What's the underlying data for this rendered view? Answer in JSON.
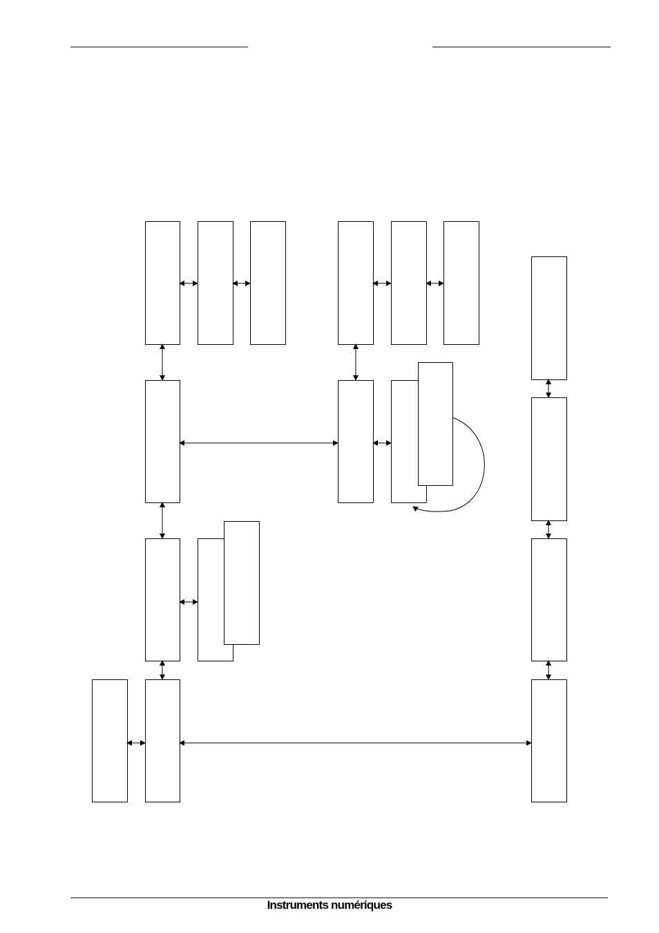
{
  "page": {
    "footer_text": "Instruments numériques"
  },
  "diagram": {
    "line_color": "#000000",
    "box_fill": "#ffffff",
    "boxes": [
      {
        "id": "b-r1-1"
      },
      {
        "id": "b-r1-2"
      },
      {
        "id": "b-r1-3"
      },
      {
        "id": "b-r1-4"
      },
      {
        "id": "b-r1-5"
      },
      {
        "id": "b-r1-6"
      },
      {
        "id": "b-r2-left"
      },
      {
        "id": "b-r2-mid"
      },
      {
        "id": "b-r2-back"
      },
      {
        "id": "b-r2-front"
      },
      {
        "id": "b-r3-left"
      },
      {
        "id": "b-r3-back"
      },
      {
        "id": "b-r3-front"
      },
      {
        "id": "b-r4-far-left"
      },
      {
        "id": "b-r4-left"
      },
      {
        "id": "b-right-1"
      },
      {
        "id": "b-right-2"
      },
      {
        "id": "b-right-3"
      },
      {
        "id": "b-right-4"
      }
    ],
    "connectors": [
      {
        "id": "c-r1-12",
        "type": "double"
      },
      {
        "id": "c-r1-23",
        "type": "double"
      },
      {
        "id": "c-r1-45",
        "type": "double"
      },
      {
        "id": "c-r1-56",
        "type": "double"
      },
      {
        "id": "c-v-left-12",
        "type": "double"
      },
      {
        "id": "c-v-mid-12",
        "type": "double"
      },
      {
        "id": "c-r2-left-mid",
        "type": "double"
      },
      {
        "id": "c-r2-mid-stack",
        "type": "double"
      },
      {
        "id": "c-v-left-23",
        "type": "double"
      },
      {
        "id": "c-r3-left-stack",
        "type": "double"
      },
      {
        "id": "c-v-left-34",
        "type": "double"
      },
      {
        "id": "c-r4-far-left",
        "type": "double"
      },
      {
        "id": "c-r4-long",
        "type": "double"
      },
      {
        "id": "c-right-12",
        "type": "double"
      },
      {
        "id": "c-right-23",
        "type": "double"
      },
      {
        "id": "c-right-34",
        "type": "double"
      },
      {
        "id": "c-loop",
        "type": "curved"
      }
    ]
  }
}
